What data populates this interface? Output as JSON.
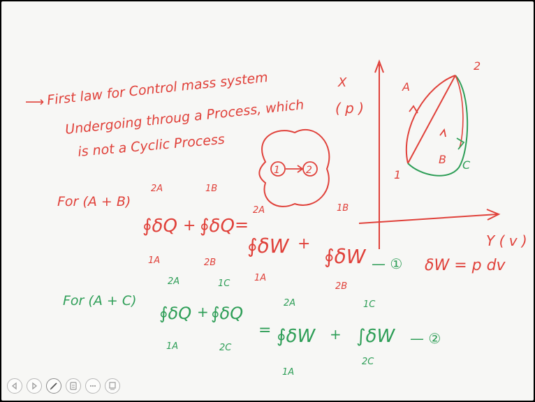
{
  "colors": {
    "red": "#e0413a",
    "green": "#2e9e57",
    "board": "#f7f7f5"
  },
  "statement": [
    "First law for Control mass system",
    "Undergoing throug a Process, which",
    "is not a Cyclic Process"
  ],
  "states_note": {
    "one": "1",
    "arrow": "→",
    "two": "2"
  },
  "for_ab": "For (A + B)",
  "for_ac": "For (A + C)",
  "eq1": {
    "int1_top": "2A",
    "int1_bot": "1A",
    "int1_body": "∮δQ",
    "plus": "+",
    "int2_top": "1B",
    "int2_bot": "2B",
    "int2_body": "∮δQ",
    "equals": "=",
    "int3_top": "2A",
    "int3_bot": "1A",
    "int3_body": "∮δW",
    "plus2": "+",
    "int4_top": "1B",
    "int4_bot": "2B",
    "int4_body": "∮δW",
    "tag": "— ①"
  },
  "eq2": {
    "int1_top": "2A",
    "int1_bot": "1A",
    "int1_body": "∮δQ",
    "plus": "+",
    "int2_top": "1C",
    "int2_bot": "2C",
    "int2_body": "∮δQ",
    "equals": "=",
    "int3_top": "2A",
    "int3_bot": "1A",
    "int3_body": "∮δW",
    "plus2": "+",
    "int4_top": "1C",
    "int4_bot": "2C",
    "int4_body": "∫δW",
    "tag": "— ②"
  },
  "work_def": "δW = p dv",
  "diagram": {
    "x_axis": "X",
    "x_var": "( p )",
    "y_axis": "Y ( v )",
    "path_a": "A",
    "path_b": "B",
    "path_c": "C",
    "state1": "1",
    "state2": "2"
  },
  "toolbar": [
    {
      "name": "previous-icon"
    },
    {
      "name": "next-icon"
    },
    {
      "name": "pen-icon"
    },
    {
      "name": "highlighter-icon"
    },
    {
      "name": "more-options-icon"
    },
    {
      "name": "slide-view-icon"
    }
  ]
}
